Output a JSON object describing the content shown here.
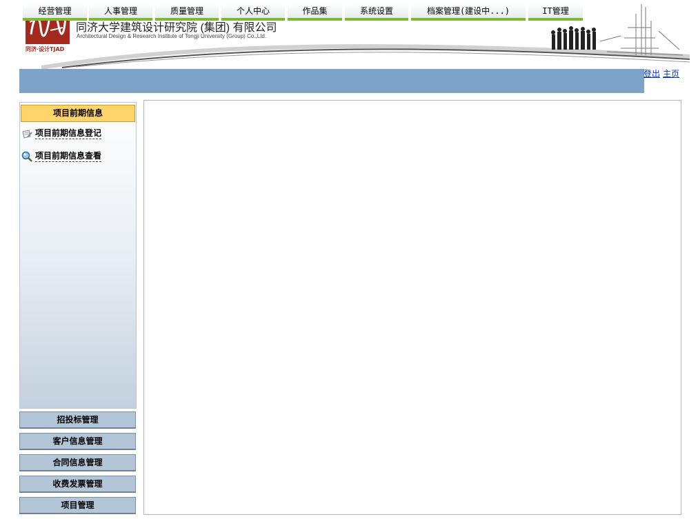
{
  "header": {
    "logo_text": "TJAD",
    "logo_sub": "同济·设计TJAD",
    "org_name": "同济大学建筑设计研究院 (集团) 有限公司",
    "org_name_en": "Architectural Design & Research Institute of Tongji University (Group) Co.,Ltd."
  },
  "nav": {
    "tabs": [
      {
        "label": "经营管理"
      },
      {
        "label": "人事管理"
      },
      {
        "label": "质量管理"
      },
      {
        "label": "个人中心"
      },
      {
        "label": "作品集"
      },
      {
        "label": "系统设置"
      },
      {
        "label": "档案管理(建设中...)"
      },
      {
        "label": "IT管理"
      }
    ],
    "logout": "登出",
    "home": "主页"
  },
  "sidebar": {
    "active_section": "项目前期信息",
    "links": [
      {
        "label": "项目前期信息登记",
        "icon": "edit-doc-icon"
      },
      {
        "label": "项目前期信息查看",
        "icon": "search-icon"
      }
    ],
    "sections": [
      {
        "label": "招投标管理"
      },
      {
        "label": "客户信息管理"
      },
      {
        "label": "合同信息管理"
      },
      {
        "label": "收费发票管理"
      },
      {
        "label": "项目管理"
      }
    ]
  },
  "colors": {
    "nav_bg": "#7fa3c8",
    "tab_underline": "#7cbb31",
    "active_section_bg": "#ffd46a",
    "section_bg": "#b3c6d8",
    "brand_red": "#a42a20"
  }
}
